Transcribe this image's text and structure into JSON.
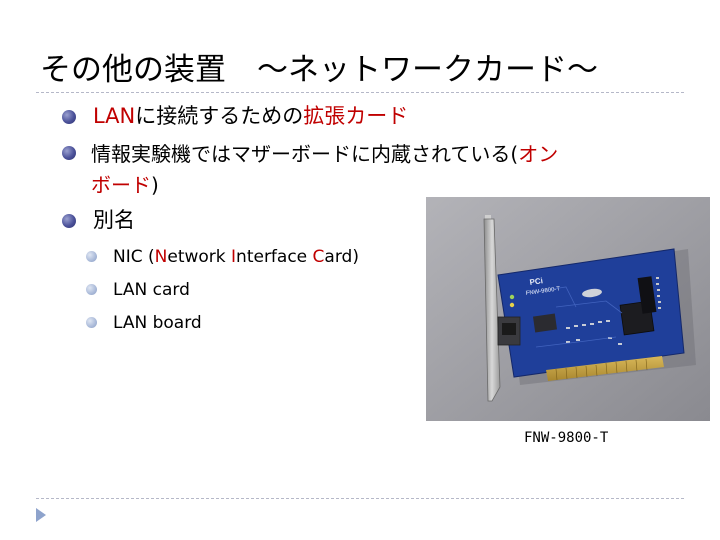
{
  "slide": {
    "title": "その他の装置　～ネットワークカード～"
  },
  "bullets": [
    {
      "parts": [
        {
          "text": "LAN",
          "color": "#c00000"
        },
        {
          "text": "に接続するための"
        },
        {
          "text": "拡張カード",
          "color": "#c00000"
        }
      ]
    },
    {
      "line1": [
        {
          "text": "情報実験機ではマザーボードに内蔵されている("
        },
        {
          "text": "オン",
          "color": "#c00000"
        }
      ],
      "line2": [
        {
          "text": "ボード",
          "color": "#c00000"
        },
        {
          "text": ")"
        }
      ]
    },
    {
      "text": "別名"
    }
  ],
  "aliases": [
    {
      "parts": [
        {
          "text": "NIC ("
        },
        {
          "text": "N",
          "color": "#c00000"
        },
        {
          "text": "etwork "
        },
        {
          "text": "I",
          "color": "#c00000"
        },
        {
          "text": "nterface "
        },
        {
          "text": "C",
          "color": "#c00000"
        },
        {
          "text": "ard)"
        }
      ]
    },
    {
      "text": "LAN card"
    },
    {
      "text": "LAN board"
    }
  ],
  "figure": {
    "board_print": "FNW-9800-T",
    "brand_print": "PCi",
    "caption": "FNW-9800-T"
  },
  "colors": {
    "accent_red": "#c00000",
    "bullet_blue": "#4b5199",
    "board_blue": "#1f3f9a"
  }
}
